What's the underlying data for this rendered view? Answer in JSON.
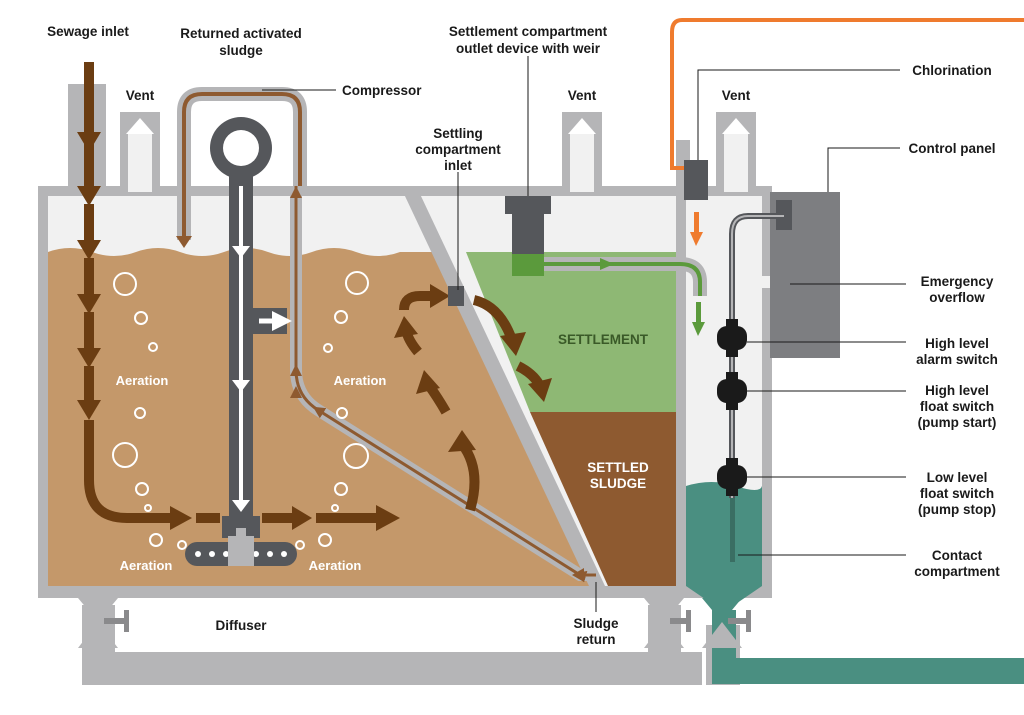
{
  "labels": {
    "sewage_inlet": "Sewage inlet",
    "returned_sludge_1": "Returned activated",
    "returned_sludge_2": "sludge",
    "compressor": "Compressor",
    "vent_1": "Vent",
    "vent_2": "Vent",
    "vent_3": "Vent",
    "settlement_outlet_1": "Settlement compartment",
    "settlement_outlet_2": "outlet device with weir",
    "settling_inlet_1": "Settling",
    "settling_inlet_2": "compartment",
    "settling_inlet_3": "inlet",
    "chlorination": "Chlorination",
    "control_panel": "Control panel",
    "emergency_overflow_1": "Emergency",
    "emergency_overflow_2": "overflow",
    "high_alarm_1": "High level",
    "high_alarm_2": "alarm switch",
    "high_float_1": "High level",
    "high_float_2": "float switch",
    "high_float_3": "(pump start)",
    "low_float_1": "Low level",
    "low_float_2": "float switch",
    "low_float_3": "(pump stop)",
    "contact_1": "Contact",
    "contact_2": "compartment",
    "aeration_1": "Aeration",
    "aeration_2": "Aeration",
    "aeration_3": "Aeration",
    "aeration_4": "Aeration",
    "settlement": "SETTLEMENT",
    "settled_1": "SETTLED",
    "settled_2": "SLUDGE",
    "diffuser": "Diffuser",
    "sludge_return_1": "Sludge",
    "sludge_return_2": "return"
  },
  "colors": {
    "tank_wall": "#b5b5b7",
    "sewage": "#c4986a",
    "sludge_arrow": "#6b3d12",
    "settlement": "#8eb874",
    "settled_sludge": "#8e5a30",
    "contact_water": "#4a8f81",
    "pipe_dark": "#55575b",
    "chlorination_pipe": "#ef7b2e",
    "green_flow": "#5b9a3c",
    "control_panel": "#7d7e81"
  }
}
